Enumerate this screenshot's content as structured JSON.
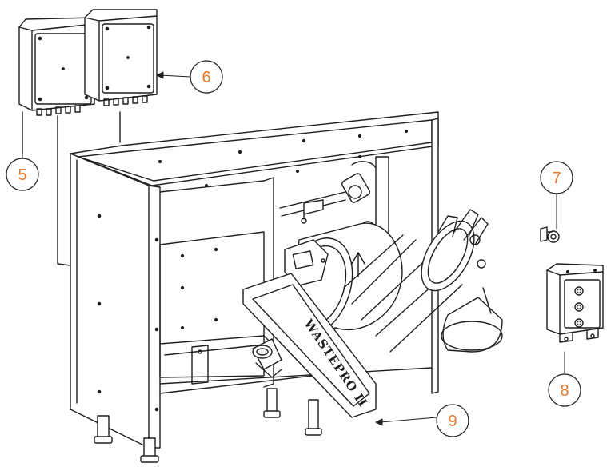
{
  "diagram": {
    "brand_label": "WASTEPRO II",
    "callout_color": "#e8792b",
    "line_color": "#1e1e1e",
    "callouts": [
      {
        "id": "5",
        "label": "5"
      },
      {
        "id": "6",
        "label": "6"
      },
      {
        "id": "7",
        "label": "7"
      },
      {
        "id": "8",
        "label": "8"
      },
      {
        "id": "9",
        "label": "9"
      }
    ]
  }
}
